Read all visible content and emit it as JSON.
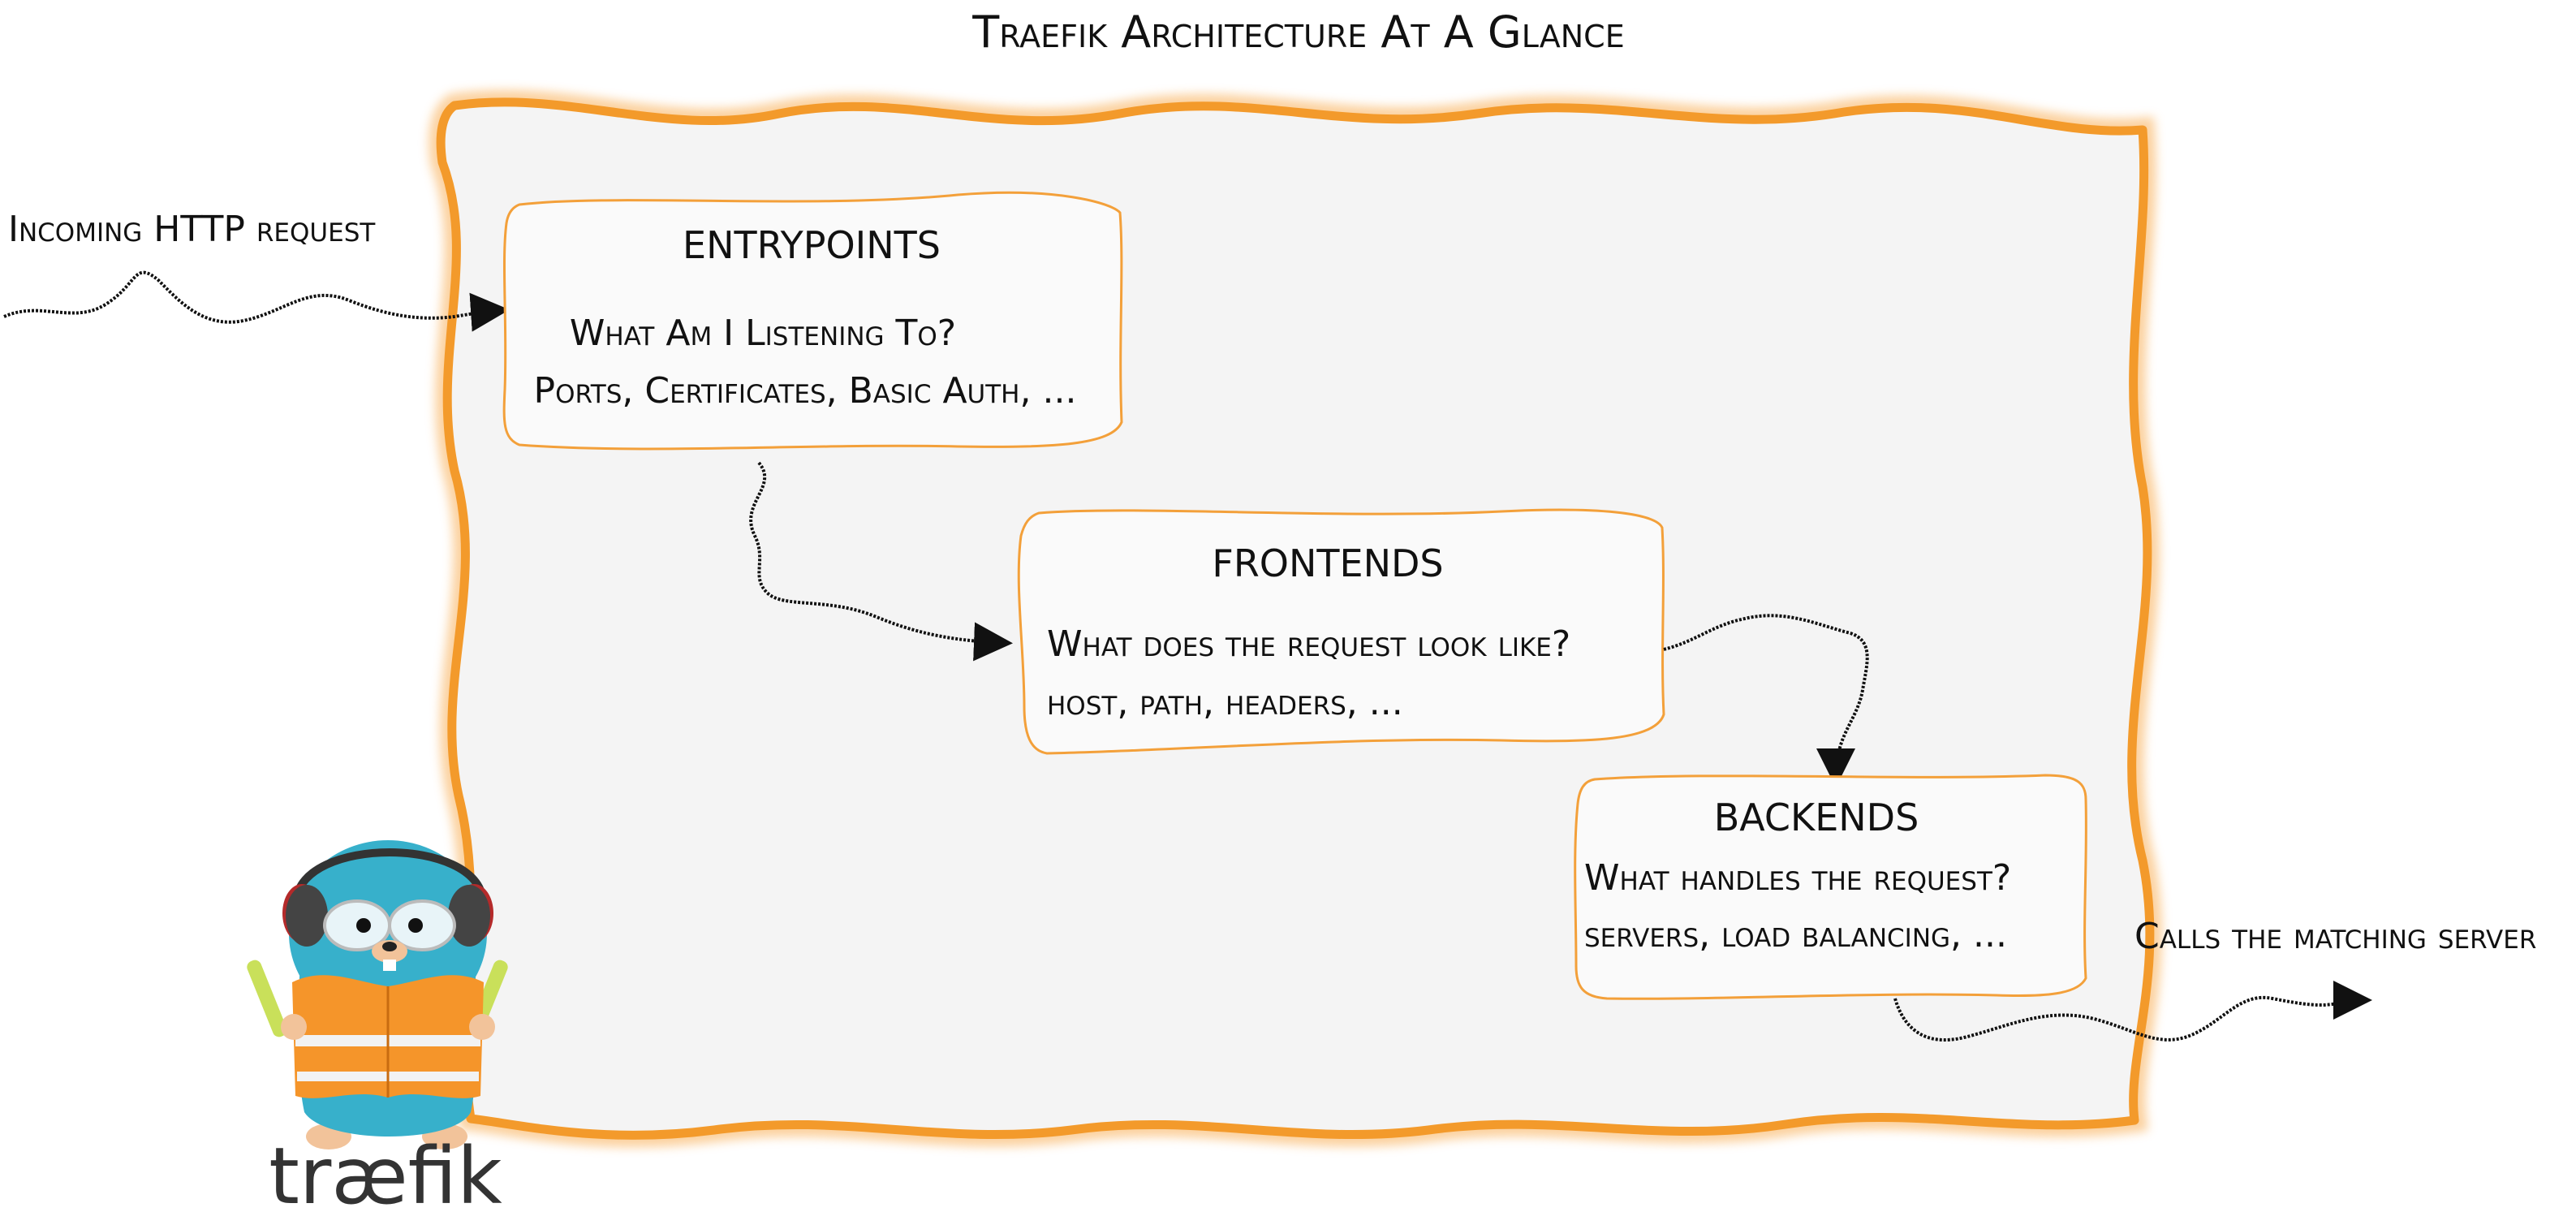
{
  "title": "Traefik Architecture At A Glance",
  "incoming_label": "Incoming HTTP request",
  "outgoing_label": "Calls the matching server",
  "boxes": {
    "entrypoints": {
      "heading": "ENTRYPOINTS",
      "line1": "What Am I Listening To?",
      "line2": "Ports, Certificates, Basic Auth, ..."
    },
    "frontends": {
      "heading": "FRONTENDS",
      "line1": "What does the request look like?",
      "line2": "host, path, headers, ..."
    },
    "backends": {
      "heading": "BACKENDS",
      "line1": "What handles the request?",
      "line2": "servers, load balancing, ..."
    }
  },
  "logo": {
    "text": "træfik",
    "mascot": "gopher-traffic-controller-icon"
  },
  "colors": {
    "frame_stroke": "#f39a2b",
    "frame_fill": "#f4f4f4",
    "box_stroke": "#f3a03a",
    "box_fill": "#fafafa",
    "text": "#111111",
    "mascot_body": "#37b0cb",
    "vest": "#f5952a",
    "logo_text": "#333333"
  }
}
